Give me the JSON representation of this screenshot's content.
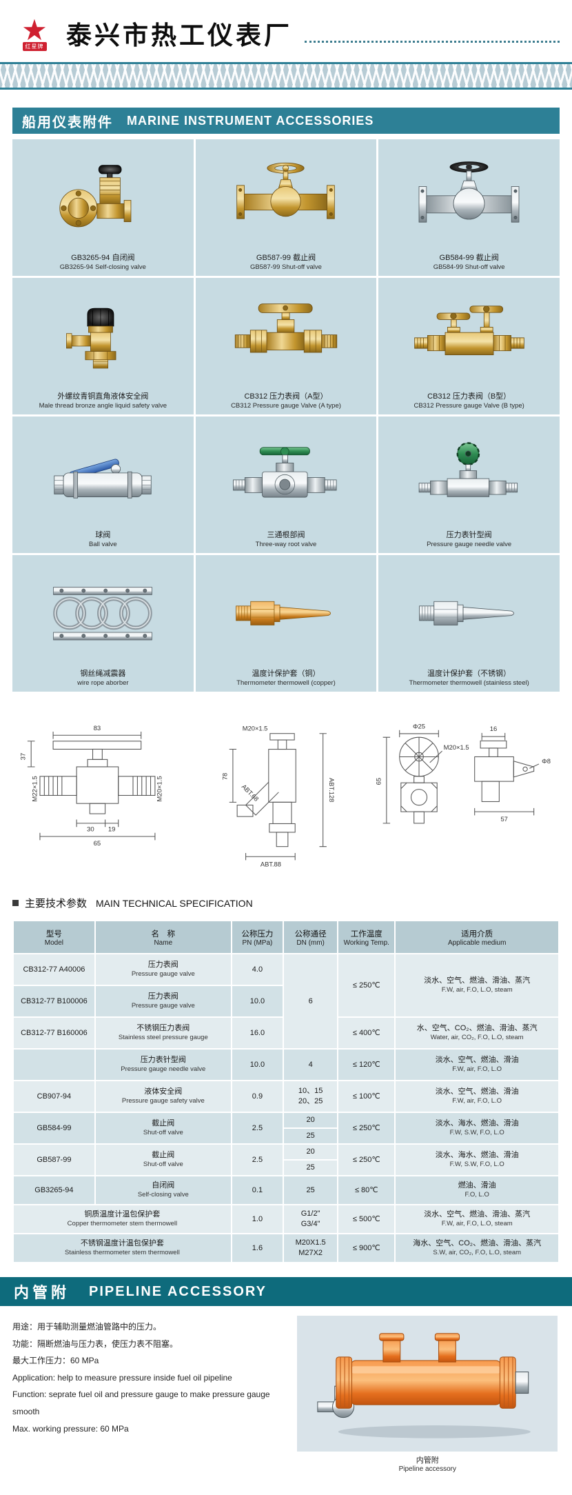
{
  "header": {
    "company": "泰兴市热工仪表厂",
    "brand": "红星牌"
  },
  "marine": {
    "title_zh": "船用仪表附件",
    "title_en": "MARINE INSTRUMENT ACCESSORIES",
    "products": [
      {
        "zh": "GB3265-94 自闭阀",
        "en": "GB3265-94 Self-closing valve"
      },
      {
        "zh": "GB587-99 截止阀",
        "en": "GB587-99 Shut-off valve"
      },
      {
        "zh": "GB584-99 截止阀",
        "en": "GB584-99 Shut-off valve"
      },
      {
        "zh": "外螺纹青铜直角液体安全阀",
        "en": "Male thread bronze angle liquid safety valve"
      },
      {
        "zh": "CB312 压力表阀（A型）",
        "en": "CB312 Pressure gauge Valve (A type)"
      },
      {
        "zh": "CB312 压力表阀（B型）",
        "en": "CB312 Pressure gauge Valve (B type)"
      },
      {
        "zh": "球阀",
        "en": "Ball valve"
      },
      {
        "zh": "三通根部阀",
        "en": "Three-way root valve"
      },
      {
        "zh": "压力表针型阀",
        "en": "Pressure gauge needle valve"
      },
      {
        "zh": "钢丝绳减震器",
        "en": "wire rope aborber"
      },
      {
        "zh": "温度计保护套（铜）",
        "en": "Thermometer thermowell (copper)"
      },
      {
        "zh": "温度计保护套（不锈钢）",
        "en": "Thermometer thermowell (stainless steel)"
      }
    ]
  },
  "drawings": {
    "d1": [
      "83",
      "37",
      "M22×1.5",
      "M20×1.5",
      "30",
      "19",
      "65"
    ],
    "d2": [
      "M20×1.5",
      "78",
      "ABT.128",
      "ABT.68",
      "ABT.88"
    ],
    "d3": [
      "Φ25",
      "M20×1.5",
      "65",
      "16",
      "Φ8",
      "57"
    ]
  },
  "spec": {
    "title_zh": "主要技术参数",
    "title_en": "MAIN TECHNICAL SPECIFICATION",
    "headers": {
      "model_zh": "型号",
      "model_en": "Model",
      "name_zh": "名　称",
      "name_en": "Name",
      "pn_zh": "公称压力",
      "pn_en": "PN (MPa)",
      "dn_zh": "公称通径",
      "dn_en": "DN (mm)",
      "temp_zh": "工作温度",
      "temp_en": "Working Temp.",
      "medium_zh": "适用介质",
      "medium_en": "Applicable medium"
    },
    "rows": {
      "r1": {
        "model": "CB312-77 A40006",
        "name_zh": "压力表阀",
        "name_en": "Pressure gauge valve",
        "pn": "4.0",
        "dn": "6",
        "temp": "≤ 250℃",
        "medium_zh": "淡水、空气、燃油、滑油、蒸汽",
        "medium_en": "F.W, air, F.O, L.O, steam"
      },
      "r2": {
        "model": "CB312-77 B100006",
        "name_zh": "压力表阀",
        "name_en": "Pressure gauge valve",
        "pn": "10.0"
      },
      "r3": {
        "model": "CB312-77 B160006",
        "name_zh": "不锈钢压力表阀",
        "name_en": "Stainless steel pressure gauge",
        "pn": "16.0",
        "temp": "≤ 400℃",
        "medium_zh": "水、空气、CO₂、燃油、滑油、蒸汽",
        "medium_en": "Water, air, CO₂, F.O, L.O, steam"
      },
      "r4": {
        "model": "",
        "name_zh": "压力表针型阀",
        "name_en": "Pressure gauge needle valve",
        "pn": "10.0",
        "dn": "4",
        "temp": "≤ 120℃",
        "medium_zh": "淡水、空气、燃油、滑油",
        "medium_en": "F.W, air, F.O, L.O"
      },
      "r5": {
        "model": "CB907-94",
        "name_zh": "液体安全阀",
        "name_en": "Pressure gauge safety valve",
        "pn": "0.9",
        "dn1": "10、15",
        "dn2": "20、25",
        "temp": "≤ 100℃",
        "medium_zh": "淡水、空气、燃油、滑油",
        "medium_en": "F.W, air, F.O, L.O"
      },
      "r6": {
        "model": "GB584-99",
        "name_zh": "截止阀",
        "name_en": "Shut-off valve",
        "pn": "2.5",
        "dn1": "20",
        "dn2": "25",
        "temp": "≤ 250℃",
        "medium_zh": "淡水、海水、燃油、滑油",
        "medium_en": "F.W, S.W, F.O, L.O"
      },
      "r7": {
        "model": "GB587-99",
        "name_zh": "截止阀",
        "name_en": "Shut-off valve",
        "pn": "2.5",
        "dn1": "20",
        "dn2": "25",
        "temp": "≤ 250℃",
        "medium_zh": "淡水、海水、燃油、滑油",
        "medium_en": "F.W, S.W, F.O, L.O"
      },
      "r8": {
        "model": "GB3265-94",
        "name_zh": "自闭阀",
        "name_en": "Self-closing valve",
        "pn": "0.1",
        "dn": "25",
        "temp": "≤ 80℃",
        "medium_zh": "燃油、滑油",
        "medium_en": "F.O, L.O"
      },
      "r9": {
        "name_zh": "铜质温度计温包保护套",
        "name_en": "Copper thermometer stem thermowell",
        "pn": "1.0",
        "dn1": "G1/2\"",
        "dn2": "G3/4\"",
        "temp": "≤ 500℃",
        "medium_zh": "淡水、空气、燃油、滑油、蒸汽",
        "medium_en": "F.W, air, F.O, L.O, steam"
      },
      "r10": {
        "name_zh": "不锈钢温度计温包保护套",
        "name_en": "Stainless thermometer stem thermowell",
        "pn": "1.6",
        "dn1": "M20X1.5",
        "dn2": "M27X2",
        "temp": "≤ 900℃",
        "medium_zh": "海水、空气、CO₂、燃油、滑油、蒸汽",
        "medium_en": "S.W, air, CO₂, F.O, L.O, steam"
      }
    }
  },
  "pipeline": {
    "title_zh": "内管附",
    "title_en": "PIPELINE ACCESSORY",
    "zh1": "用途：用于辅助测量燃油管路中的压力。",
    "zh2": "功能：隔断燃油与压力表，使压力表不阻塞。",
    "zh3": "最大工作压力：60 MPa",
    "en1": "Application: help to measure pressure inside fuel oil pipeline",
    "en2": "Function: seprate fuel oil and pressure gauge to make pressure gauge smooth",
    "en3": "Max. working pressure: 60 MPa",
    "caption_zh": "内管附",
    "caption_en": "Pipeline accessory"
  }
}
